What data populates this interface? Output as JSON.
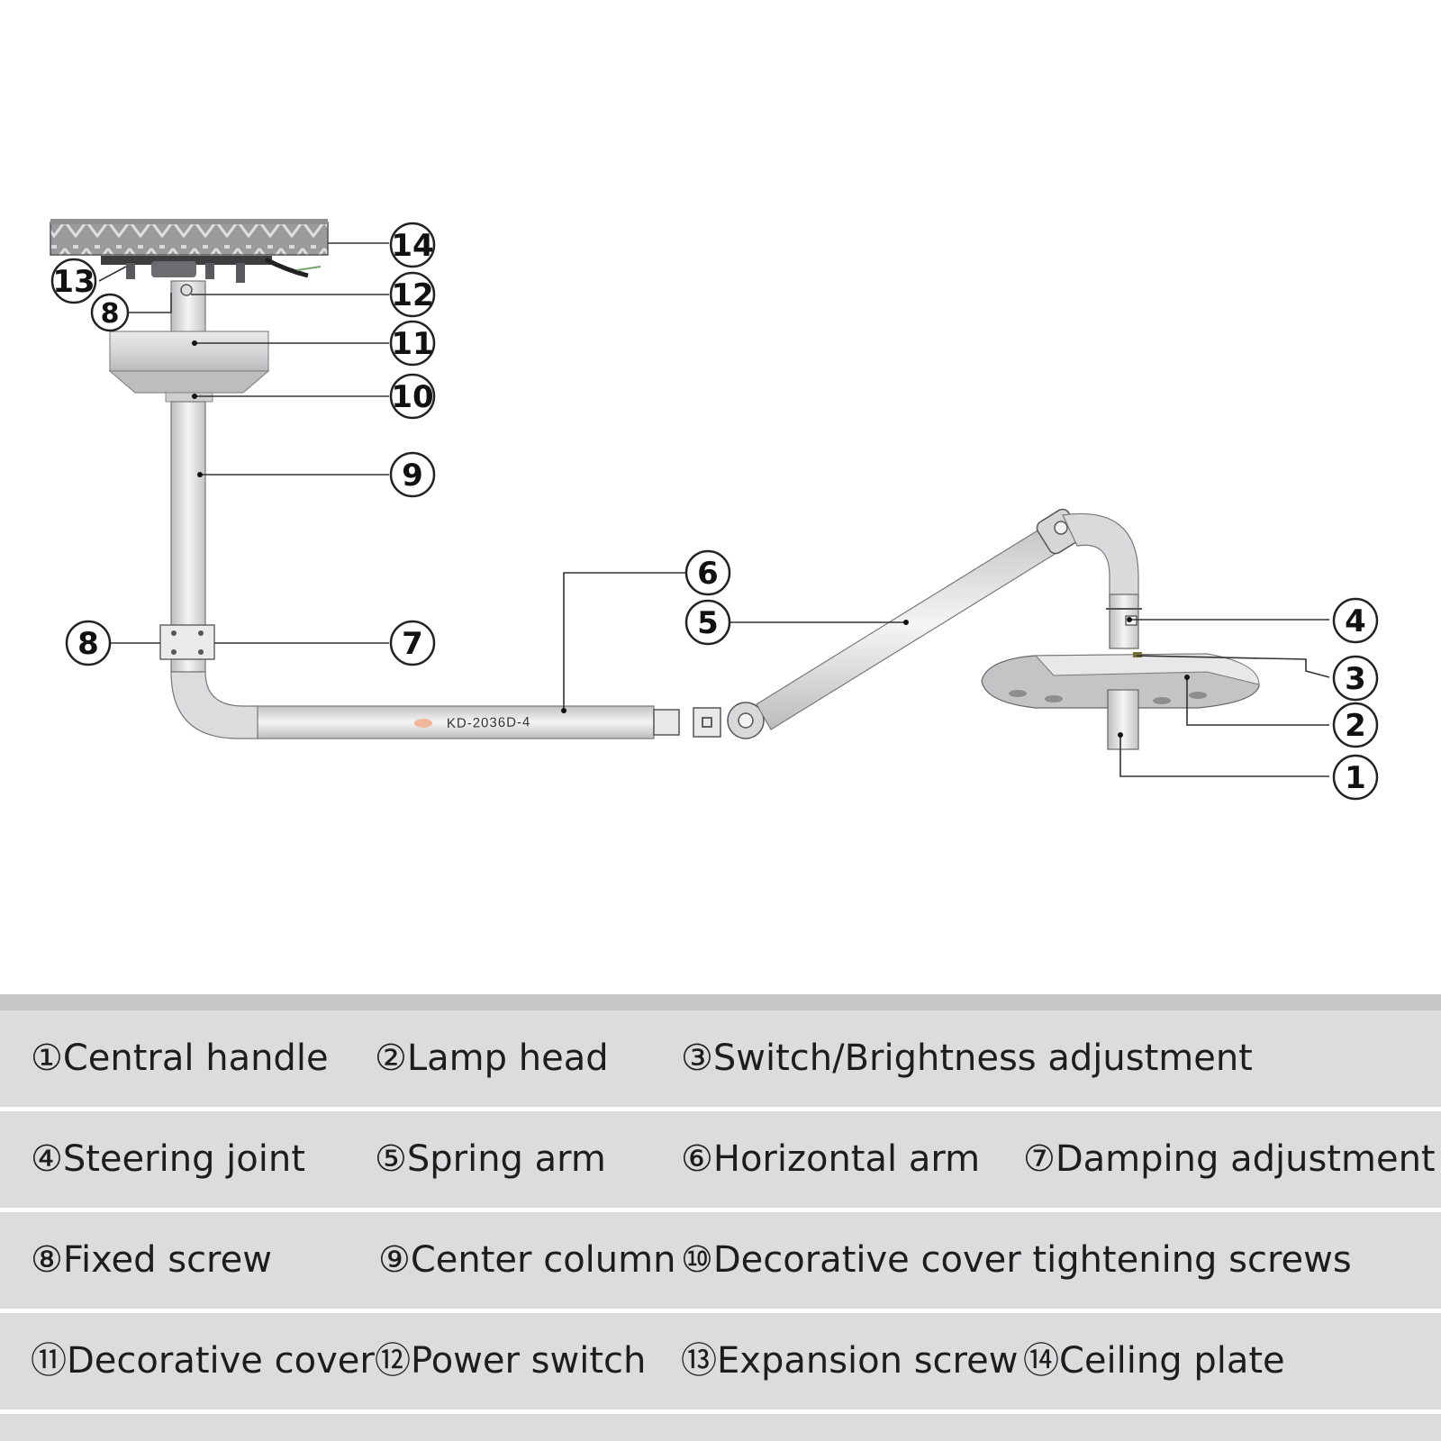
{
  "diagram": {
    "model_label": "KD-2036D-4",
    "callouts": [
      {
        "id": "c14",
        "label": "14"
      },
      {
        "id": "c13",
        "label": "13"
      },
      {
        "id": "c12",
        "label": "12"
      },
      {
        "id": "c8a",
        "label": "8"
      },
      {
        "id": "c11",
        "label": "11"
      },
      {
        "id": "c10",
        "label": "10"
      },
      {
        "id": "c9",
        "label": "9"
      },
      {
        "id": "c8b",
        "label": "8"
      },
      {
        "id": "c7",
        "label": "7"
      },
      {
        "id": "c6",
        "label": "6"
      },
      {
        "id": "c5",
        "label": "5"
      },
      {
        "id": "c4",
        "label": "4"
      },
      {
        "id": "c3",
        "label": "3"
      },
      {
        "id": "c2",
        "label": "2"
      },
      {
        "id": "c1",
        "label": "1"
      }
    ]
  },
  "legend": {
    "rows": [
      [
        "①Central handle",
        "②Lamp head",
        "③Switch/Brightness adjustment"
      ],
      [
        "④Steering joint",
        "⑤Spring arm",
        "⑥Horizontal arm",
        "⑦Damping adjustment"
      ],
      [
        "⑧Fixed screw",
        "⑨Center column",
        "⑩Decorative cover tightening screws"
      ],
      [
        "⑪Decorative cover",
        "⑫Power switch",
        "⑬Expansion screw",
        "⑭Ceiling plate"
      ]
    ]
  }
}
